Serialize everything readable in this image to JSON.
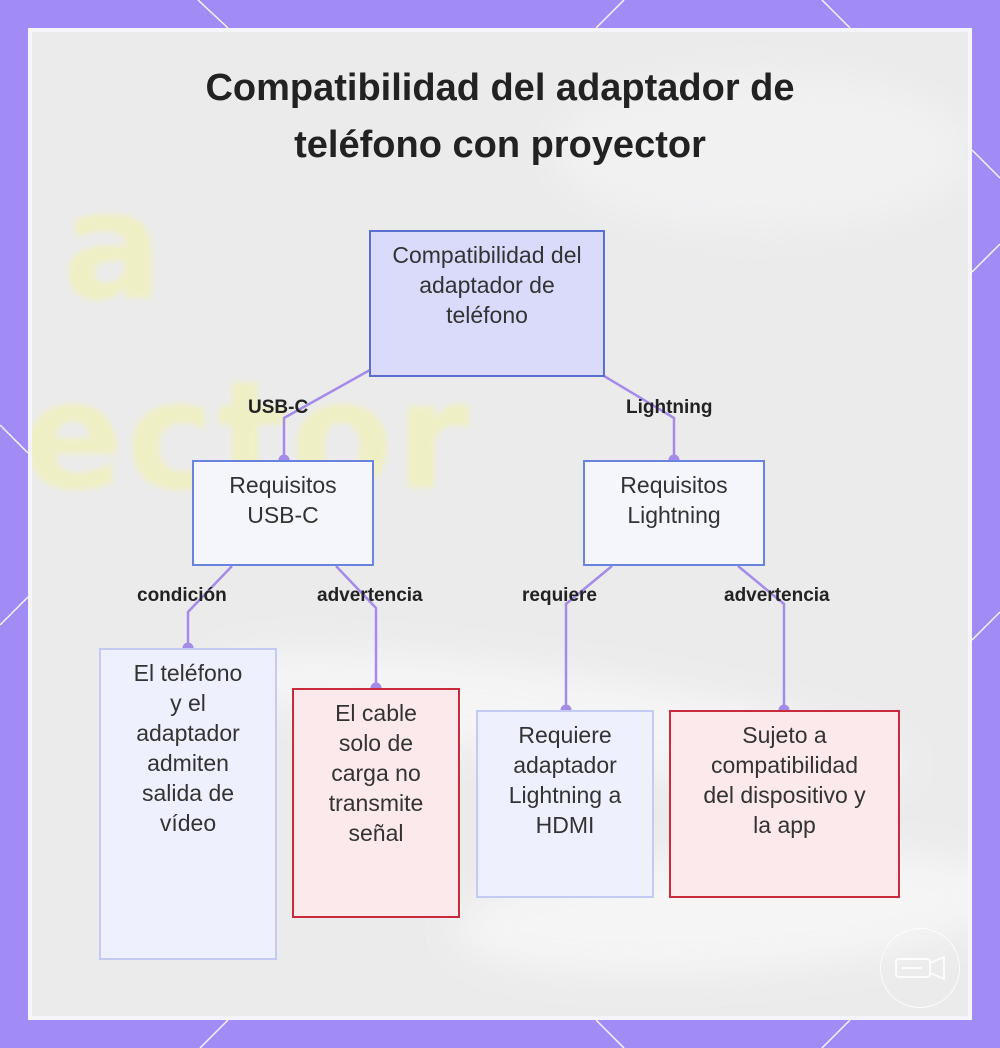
{
  "title": {
    "line1": "Compatibilidad del adaptador de",
    "line2": "teléfono con proyector"
  },
  "background_text": {
    "fragment1": "a",
    "fragment2": "ector"
  },
  "diagram": {
    "root": {
      "text": "Compatibilidad del adaptador de teléfono"
    },
    "nodes": {
      "usbc": {
        "text": "Requisitos USB-C"
      },
      "lightning": {
        "text": "Requisitos Lightning"
      },
      "usbc_condition": {
        "text": "El teléfono y el adaptador admiten salida de vídeo"
      },
      "usbc_warning": {
        "text": "El cable solo de carga no transmite señal"
      },
      "lightning_requires": {
        "text": "Requiere adaptador Lightning a HDMI"
      },
      "lightning_warning": {
        "text": "Sujeto a compatibilidad del dispositivo y la app"
      }
    },
    "edges": {
      "root_usbc": "USB-C",
      "root_lightning": "Lightning",
      "usbc_condition": "condición",
      "usbc_warning": "advertencia",
      "lightning_requires": "requiere",
      "lightning_warning": "advertencia"
    }
  },
  "colors": {
    "frame": "#a18bf4",
    "connector": "#a48be8",
    "root_fill": "#dadbfb",
    "warning_border": "#c92b3c"
  }
}
